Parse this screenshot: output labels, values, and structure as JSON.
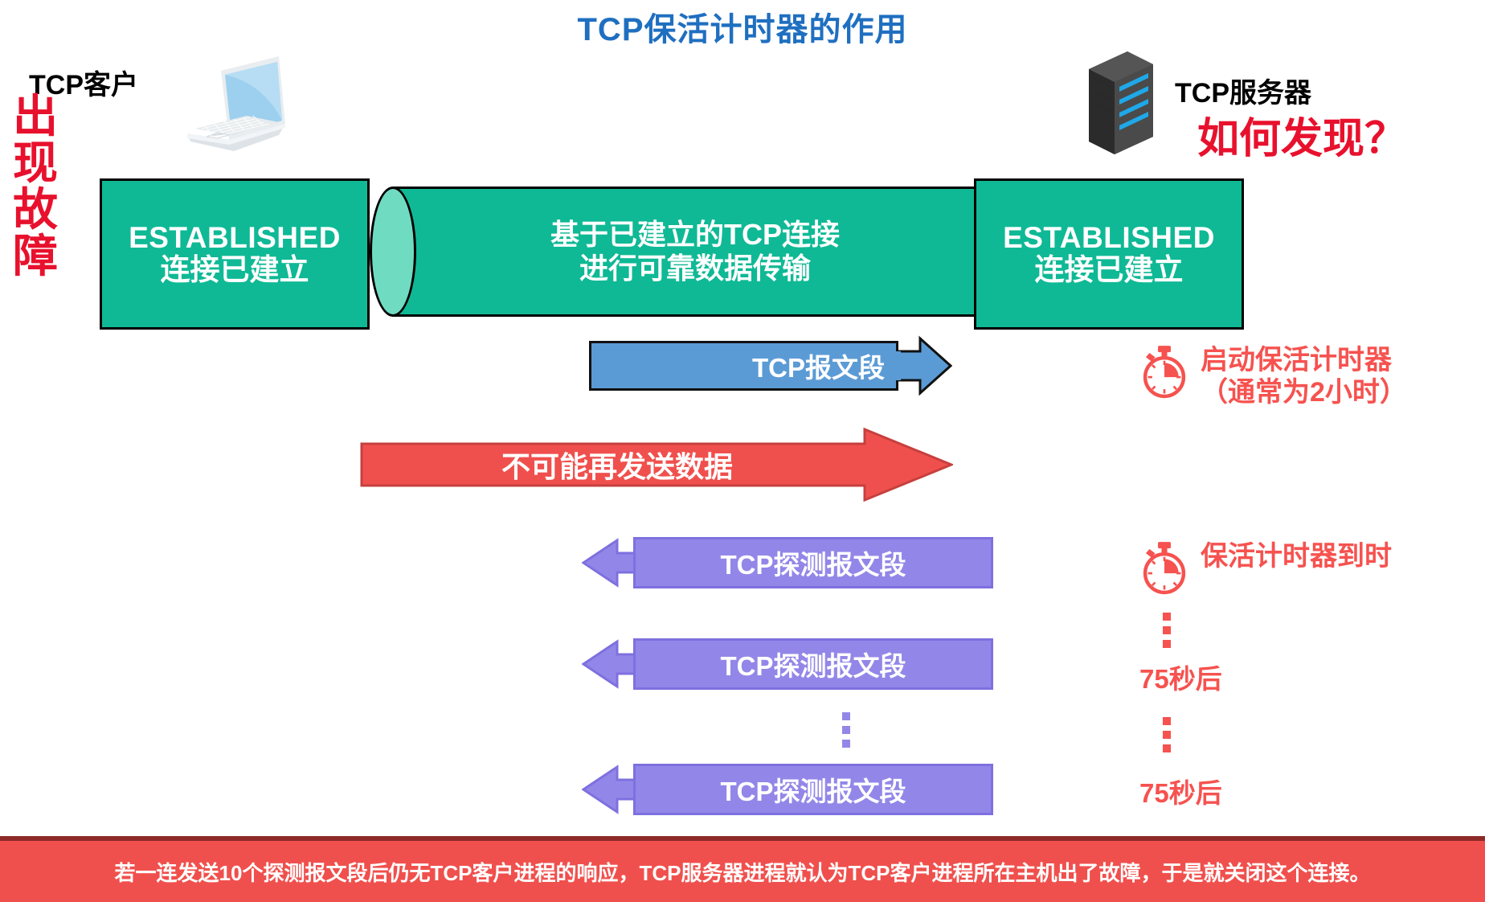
{
  "title": "TCP保活计时器的作用",
  "endpoints": {
    "client_label": "TCP客户",
    "server_label": "TCP服务器",
    "client_icon": "laptop-icon",
    "server_icon": "server-rack-icon"
  },
  "callouts": {
    "fault_vertical": "出现故障",
    "how_to_find": "如何发现？"
  },
  "states": {
    "client": {
      "en": "ESTABLISHED",
      "cn": "连接已建立"
    },
    "server": {
      "en": "ESTABLISHED",
      "cn": "连接已建立"
    }
  },
  "pipe": {
    "line1": "基于已建立的TCP连接",
    "line2": "进行可靠数据传输"
  },
  "messages": [
    {
      "id": "tcp-segment",
      "label": "TCP报文段",
      "direction": "right",
      "color": "#5B9BD5"
    },
    {
      "id": "no-more-data",
      "label": "不可能再发送数据",
      "direction": "right",
      "color": "#F0504D"
    },
    {
      "id": "probe-1",
      "label": "TCP探测报文段",
      "direction": "left",
      "color": "#9287E8"
    },
    {
      "id": "probe-2",
      "label": "TCP探测报文段",
      "direction": "left",
      "color": "#9287E8"
    },
    {
      "id": "probe-3",
      "label": "TCP探测报文段",
      "direction": "left",
      "color": "#9287E8"
    }
  ],
  "timers": {
    "start": {
      "icon": "stopwatch-icon",
      "line1": "启动保活计时器",
      "line2": "（通常为2小时）"
    },
    "expire": {
      "icon": "stopwatch-icon",
      "line1": "保活计时器到时"
    },
    "after1": "75秒后",
    "after2": "75秒后"
  },
  "banner": "若一连发送10个探测报文段后仍无TCP客户进程的响应，TCP服务器进程就认为TCP客户进程所在主机出了故障，于是就关闭这个连接。",
  "colors": {
    "title_blue": "#1F6FC0",
    "state_green": "#0FB995",
    "pipe_cap_green": "#6FDCC2",
    "segment_blue": "#5B9BD5",
    "alert_red": "#F0504D",
    "probe_purple": "#9287E8",
    "callout_red": "#E8112D",
    "timer_red": "#F6524F"
  }
}
